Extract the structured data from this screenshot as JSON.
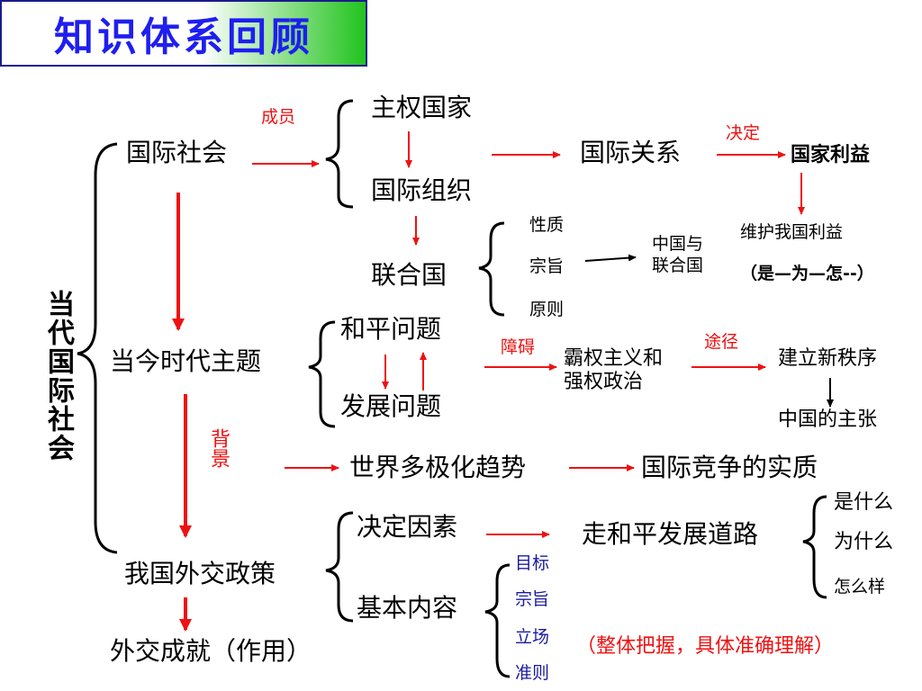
{
  "title": "知识体系回顾",
  "root": "当代国际社会",
  "nodes": {
    "guoji_shehui": "国际社会",
    "chengyuan": "成员",
    "zhuquan_guojia": "主权国家",
    "guoji_zuzhi": "国际组织",
    "guoji_guanxi": "国际关系",
    "jueding": "决定",
    "guojia_liyi": "国家利益",
    "lianheguo": "联合国",
    "xingzhi": "性质",
    "zongzhi": "宗旨",
    "yuanze": "原则",
    "zhongguo_yu_lhg": "中国与\n联合国",
    "weihu": "维护我国利益",
    "shi_wei_zen": "（是—为—怎--）",
    "dangjin_zhuti": "当今时代主题",
    "heping_wenti": "和平问题",
    "fazhan_wenti": "发展问题",
    "zhangai": "障碍",
    "baquan": "霸权主义和\n强权政治",
    "tujing": "途径",
    "xin_zhixu": "建立新秩序",
    "zhongguo_zhuzhang": "中国的主张",
    "beijing": "背景",
    "duojihua": "世界多极化趋势",
    "jingzheng_shizhi": "国际竞争的实质",
    "waijiao_zhengce": "我国外交政策",
    "jueding_yinsu": "决定因素",
    "jiben_neirong": "基本内容",
    "heping_daolu": "走和平发展道路",
    "shi_shenme": "是什么",
    "wei_shenme": "为什么",
    "zen_meyang": "怎么样",
    "mubiao": "目标",
    "zongzhi2": "宗旨",
    "lichang": "立场",
    "zhunze": "准则",
    "waijiao_chengjiu": "外交成就（作用）",
    "zhengti": "（整体把握，具体准确理解）"
  },
  "colors": {
    "title_text": "#1e1ef0",
    "title_border": "#1a1a8c",
    "title_green": "#22c31e",
    "red": "#ee1111",
    "blue": "#1a1aa0"
  }
}
